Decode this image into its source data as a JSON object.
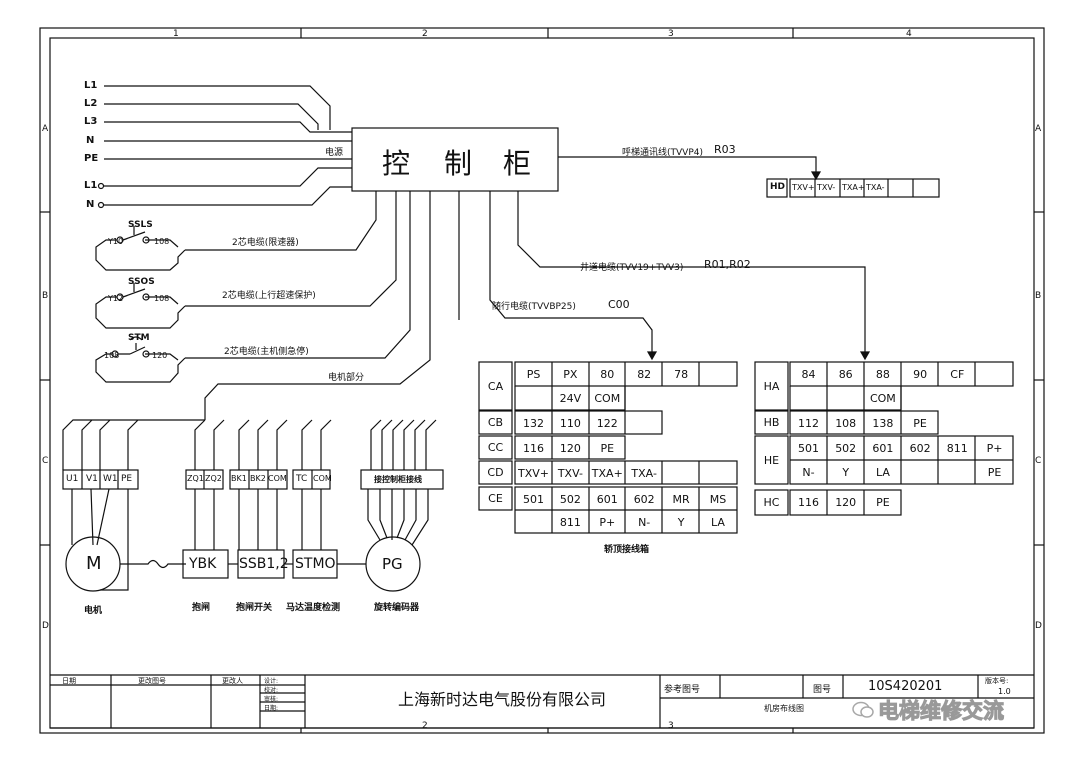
{
  "border": {
    "col_markers": [
      "1",
      "2",
      "3",
      "4"
    ],
    "row_markers": [
      "A",
      "B",
      "C",
      "D"
    ]
  },
  "power": {
    "lines": [
      "L1",
      "L2",
      "L3",
      "N",
      "PE",
      "L1",
      "N"
    ],
    "label": "电源"
  },
  "cabinet": {
    "title": [
      "控",
      "制",
      "柜"
    ]
  },
  "hall_call": {
    "label": "呼梯通讯线(TVVP4)",
    "code": "R03",
    "hd_label": "HD",
    "hd_cells": [
      "TXV+",
      "TXV-",
      "TXA+",
      "TXA-",
      "",
      ""
    ]
  },
  "switches": [
    {
      "name": "SSLS",
      "left": "Y10",
      "right": "108",
      "cable": "2芯电缆(限速器)"
    },
    {
      "name": "SSOS",
      "left": "Y12",
      "right": "108",
      "cable": "2芯电缆(上行超速保护)"
    },
    {
      "name": "STM",
      "left": "108",
      "right": "120",
      "cable": "2芯电缆(主机侧急停)"
    }
  ],
  "motor_section_label": "电机部分",
  "shaft_cable": {
    "label": "井道电缆(TVV19+TVV3)",
    "code": "R01,R02"
  },
  "traveling_cable": {
    "label": "随行电缆(TVVBP25)",
    "code": "C00"
  },
  "car_box": {
    "caption": "轿顶接线箱",
    "rows": [
      {
        "id": "CA",
        "cells": [
          [
            "PS",
            "PX",
            "80",
            "82",
            "78",
            ""
          ],
          [
            "",
            "24V",
            "COM",
            "",
            "",
            ""
          ]
        ]
      },
      {
        "id": "CB",
        "cells": [
          [
            "132",
            "110",
            "122"
          ]
        ]
      },
      {
        "id": "CC",
        "cells": [
          [
            "116",
            "120",
            "PE"
          ]
        ]
      },
      {
        "id": "CD",
        "cells": [
          [
            "TXV+",
            "TXV-",
            "TXA+",
            "TXA-",
            ""
          ]
        ]
      },
      {
        "id": "CE",
        "cells": [
          [
            "501",
            "502",
            "601",
            "602",
            "MR",
            "MS"
          ],
          [
            "",
            "811",
            "P+",
            "N-",
            "Y",
            "LA"
          ]
        ]
      }
    ]
  },
  "shaft_box": {
    "rows": [
      {
        "id": "HA",
        "cells": [
          [
            "84",
            "86",
            "88",
            "90",
            "CF",
            ""
          ],
          [
            "",
            "",
            "COM"
          ]
        ]
      },
      {
        "id": "HB",
        "cells": [
          [
            "112",
            "108",
            "138",
            "PE"
          ]
        ]
      },
      {
        "id": "HE",
        "cells": [
          [
            "501",
            "502",
            "601",
            "602",
            "811",
            "P+"
          ],
          [
            "N-",
            "Y",
            "LA",
            "",
            "",
            "PE"
          ]
        ]
      },
      {
        "id": "HC",
        "cells": [
          [
            "116",
            "120",
            "PE"
          ]
        ]
      }
    ]
  },
  "motor": {
    "terminals": [
      "U1",
      "V1",
      "W1",
      "PE"
    ],
    "symbol": "M",
    "caption": "电机"
  },
  "brake": {
    "terminals": [
      "ZQ1",
      "ZQ2"
    ],
    "symbol": "YBK",
    "caption": "抱闸"
  },
  "brake_switch": {
    "terminals": [
      "BK1",
      "BK2",
      "COM"
    ],
    "symbol": "SSB1,2",
    "caption": "抱闸开关"
  },
  "temp": {
    "terminals": [
      "TC",
      "COM"
    ],
    "symbol": "STMO",
    "caption": "马达温度检测"
  },
  "encoder": {
    "terminal_label": "接控制柜接线",
    "symbol": "PG",
    "caption": "旋转编码器"
  },
  "title_block": {
    "date_label": "日期",
    "change_no_label": "更改图号",
    "changer_label": "更改人",
    "design_label": "设计:",
    "check_label": "校对:",
    "review_label": "审核:",
    "date2_label": "日期:",
    "company": "上海新时达电气股份有限公司",
    "ref_label": "参考图号",
    "drawing_no_label": "图号",
    "drawing_no": "10S420201",
    "version_label": "版本号:",
    "version": "1.0",
    "drawing_name": "机房布线图"
  },
  "watermark": "电梯维修交流"
}
